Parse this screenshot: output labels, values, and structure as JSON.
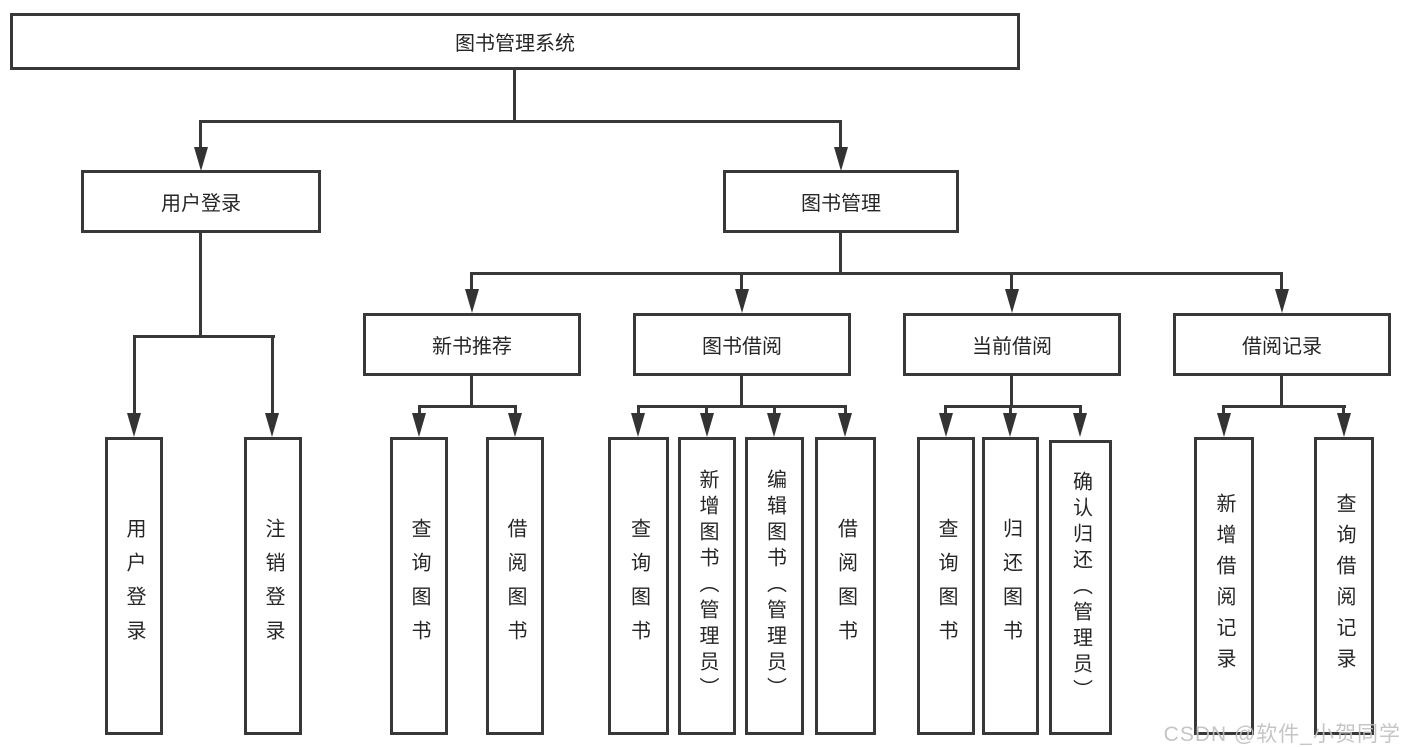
{
  "diagram": {
    "type": "hierarchy-tree",
    "line_color": "#383838",
    "text_color": "#262626",
    "watermark": "CSDN @软件_小贺同学",
    "tree": {
      "label": "图书管理系统",
      "children": [
        {
          "label": "用户登录",
          "children": [
            {
              "label": "用户登录"
            },
            {
              "label": "注销登录"
            }
          ]
        },
        {
          "label": "图书管理",
          "children": [
            {
              "label": "新书推荐",
              "children": [
                {
                  "label": "查询图书"
                },
                {
                  "label": "借阅图书"
                }
              ]
            },
            {
              "label": "图书借阅",
              "children": [
                {
                  "label": "查询图书"
                },
                {
                  "label": "新增图书（管理员）"
                },
                {
                  "label": "编辑图书（管理员）"
                },
                {
                  "label": "借阅图书"
                }
              ]
            },
            {
              "label": "当前借阅",
              "children": [
                {
                  "label": "查询图书"
                },
                {
                  "label": "归还图书"
                },
                {
                  "label": "确认归还（管理员）"
                }
              ]
            },
            {
              "label": "借阅记录",
              "children": [
                {
                  "label": "新增借阅记录"
                },
                {
                  "label": "查询借阅记录"
                }
              ]
            }
          ]
        }
      ]
    }
  }
}
